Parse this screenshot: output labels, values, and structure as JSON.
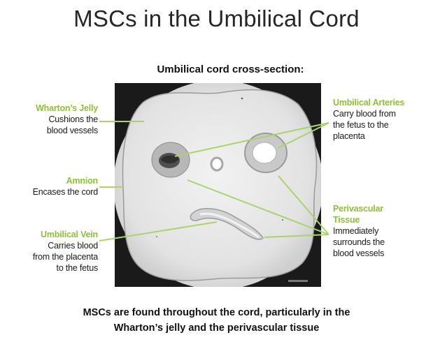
{
  "title": "MSCs in the Umbilical Cord",
  "subtitle": "Umbilical cord cross-section:",
  "labels": {
    "wharton": {
      "heading": "Wharton’s Jelly",
      "line1": "Cushions the",
      "line2": "blood vessels"
    },
    "amnion": {
      "heading": "Amnion",
      "line1": "Encases the cord"
    },
    "vein": {
      "heading": "Umbilical Vein",
      "line1": "Carries blood",
      "line2": "from the placenta",
      "line3": "to the fetus"
    },
    "arteries": {
      "heading": "Umbilical Arteries",
      "line1": "Carry blood from",
      "line2": "the fetus to the",
      "line3": "placenta"
    },
    "perivascular": {
      "heading": "Perivascular",
      "heading2": "Tissue",
      "line1": "Immediately",
      "line2": "surrounds the",
      "line3": "blood vessels"
    }
  },
  "footer": {
    "line1": "MSCs are found throughout the cord, particularly in the",
    "line2": "Wharton’s jelly and the perivascular tissue"
  },
  "colors": {
    "heading_green": "#8fbf3a",
    "leader_green": "#a9d46b"
  }
}
